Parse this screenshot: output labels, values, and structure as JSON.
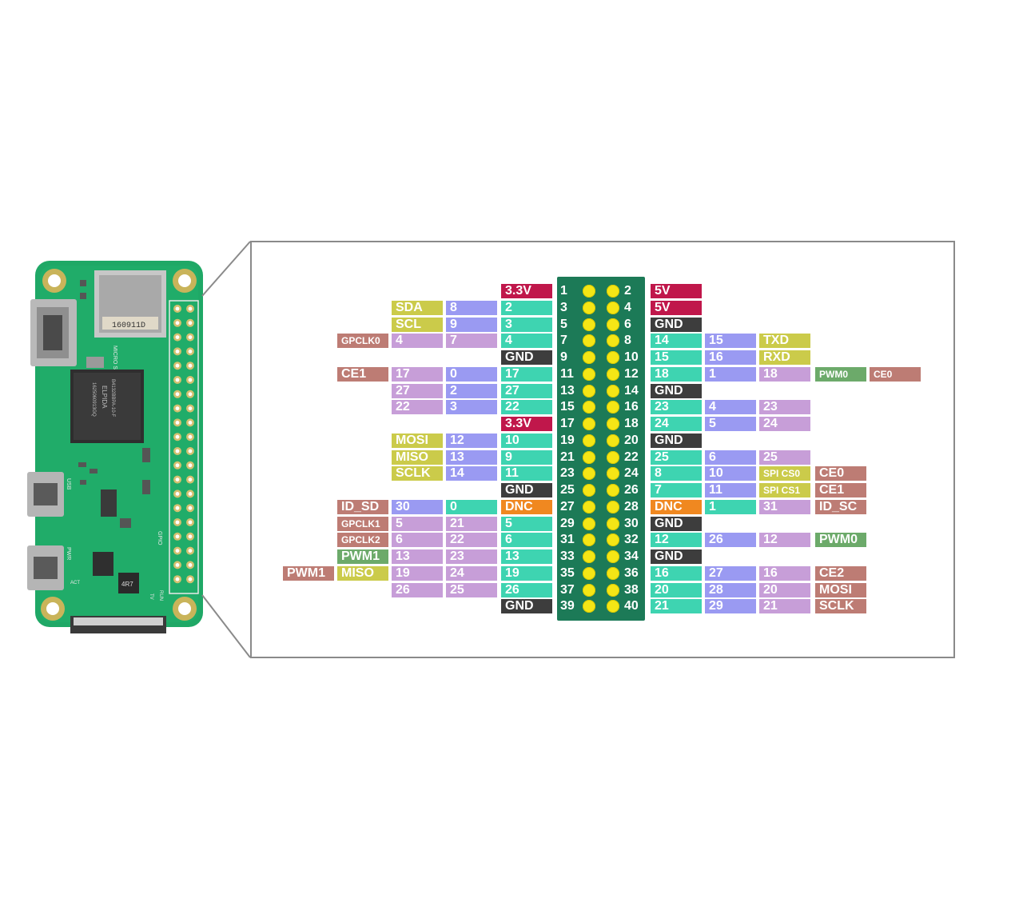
{
  "board": {
    "sd_slot_label": "MICRO SD CARD",
    "sd_card_mark": "160911D",
    "soc_marking": "ELPIDA",
    "soc_part": "B4132BBPA-10-F",
    "soc_code": "1625060913GQ",
    "usb_label": "USB",
    "pwr_label": "PWR",
    "gpio_label": "GPIO",
    "run_label": "RUN",
    "tv_label": "TV",
    "act_label": "ACT",
    "inductor_mark": "4R7"
  },
  "colors": {
    "power": "#c0174b",
    "gnd": "#3d3d3d",
    "dnc": "#f08820",
    "gpio": "#3ed4b1",
    "wiringpi": "#9a9af2",
    "bcm": "#c79ed8",
    "function": "#cbcb4a",
    "alt": "#bd7c74",
    "pwm": "#6caa6a",
    "header": "#1c7a57",
    "pin": "#f4e616"
  },
  "pins": [
    [
      "1",
      "2"
    ],
    [
      "3",
      "4"
    ],
    [
      "5",
      "6"
    ],
    [
      "7",
      "8"
    ],
    [
      "9",
      "10"
    ],
    [
      "11",
      "12"
    ],
    [
      "13",
      "14"
    ],
    [
      "15",
      "16"
    ],
    [
      "17",
      "18"
    ],
    [
      "19",
      "20"
    ],
    [
      "21",
      "22"
    ],
    [
      "23",
      "24"
    ],
    [
      "25",
      "26"
    ],
    [
      "27",
      "28"
    ],
    [
      "29",
      "30"
    ],
    [
      "31",
      "32"
    ],
    [
      "33",
      "34"
    ],
    [
      "35",
      "36"
    ],
    [
      "37",
      "38"
    ],
    [
      "39",
      "40"
    ]
  ],
  "left_labels": [
    [
      {
        "t": "3.3V",
        "c": "power"
      }
    ],
    [
      {
        "t": "SDA",
        "c": "func"
      },
      {
        "t": "8",
        "c": "wpi"
      },
      {
        "t": "2",
        "c": "gpio"
      }
    ],
    [
      {
        "t": "SCL",
        "c": "func"
      },
      {
        "t": "9",
        "c": "wpi"
      },
      {
        "t": "3",
        "c": "gpio"
      }
    ],
    [
      {
        "t": "GPCLK0",
        "c": "alt",
        "small": true
      },
      {
        "t": "4",
        "c": "bcm"
      },
      {
        "t": "7",
        "c": "bcm"
      },
      {
        "t": "4",
        "c": "gpio"
      }
    ],
    [
      {
        "t": "GND",
        "c": "gnd"
      }
    ],
    [
      {
        "t": "CE1",
        "c": "alt"
      },
      {
        "t": "17",
        "c": "bcm"
      },
      {
        "t": "0",
        "c": "wpi"
      },
      {
        "t": "17",
        "c": "gpio"
      }
    ],
    [
      {
        "t": "27",
        "c": "bcm"
      },
      {
        "t": "2",
        "c": "wpi"
      },
      {
        "t": "27",
        "c": "gpio"
      }
    ],
    [
      {
        "t": "22",
        "c": "bcm"
      },
      {
        "t": "3",
        "c": "wpi"
      },
      {
        "t": "22",
        "c": "gpio"
      }
    ],
    [
      {
        "t": "3.3V",
        "c": "power"
      }
    ],
    [
      {
        "t": "MOSI",
        "c": "func"
      },
      {
        "t": "12",
        "c": "wpi"
      },
      {
        "t": "10",
        "c": "gpio"
      }
    ],
    [
      {
        "t": "MISO",
        "c": "func"
      },
      {
        "t": "13",
        "c": "wpi"
      },
      {
        "t": "9",
        "c": "gpio"
      }
    ],
    [
      {
        "t": "SCLK",
        "c": "func"
      },
      {
        "t": "14",
        "c": "wpi"
      },
      {
        "t": "11",
        "c": "gpio"
      }
    ],
    [
      {
        "t": "GND",
        "c": "gnd"
      }
    ],
    [
      {
        "t": "ID_SD",
        "c": "alt"
      },
      {
        "t": "30",
        "c": "wpi"
      },
      {
        "t": "0",
        "c": "gpio"
      },
      {
        "t": "DNC",
        "c": "dnc"
      }
    ],
    [
      {
        "t": "GPCLK1",
        "c": "alt",
        "small": true
      },
      {
        "t": "5",
        "c": "bcm"
      },
      {
        "t": "21",
        "c": "bcm"
      },
      {
        "t": "5",
        "c": "gpio"
      }
    ],
    [
      {
        "t": "GPCLK2",
        "c": "alt",
        "small": true
      },
      {
        "t": "6",
        "c": "bcm"
      },
      {
        "t": "22",
        "c": "bcm"
      },
      {
        "t": "6",
        "c": "gpio"
      }
    ],
    [
      {
        "t": "PWM1",
        "c": "pwm"
      },
      {
        "t": "13",
        "c": "bcm"
      },
      {
        "t": "23",
        "c": "bcm"
      },
      {
        "t": "13",
        "c": "gpio"
      }
    ],
    [
      {
        "t": "PWM1",
        "c": "alt"
      },
      {
        "t": "MISO",
        "c": "func"
      },
      {
        "t": "19",
        "c": "bcm"
      },
      {
        "t": "24",
        "c": "bcm"
      },
      {
        "t": "19",
        "c": "gpio"
      }
    ],
    [
      {
        "t": "26",
        "c": "bcm"
      },
      {
        "t": "25",
        "c": "bcm"
      },
      {
        "t": "26",
        "c": "gpio"
      }
    ],
    [
      {
        "t": "GND",
        "c": "gnd"
      }
    ]
  ],
  "right_labels": [
    [
      {
        "t": "5V",
        "c": "power"
      }
    ],
    [
      {
        "t": "5V",
        "c": "power"
      }
    ],
    [
      {
        "t": "GND",
        "c": "gnd"
      }
    ],
    [
      {
        "t": "14",
        "c": "gpio"
      },
      {
        "t": "15",
        "c": "wpi"
      },
      {
        "t": "TXD",
        "c": "func"
      }
    ],
    [
      {
        "t": "15",
        "c": "gpio"
      },
      {
        "t": "16",
        "c": "wpi"
      },
      {
        "t": "RXD",
        "c": "func"
      }
    ],
    [
      {
        "t": "18",
        "c": "gpio"
      },
      {
        "t": "1",
        "c": "wpi"
      },
      {
        "t": "18",
        "c": "bcm"
      },
      {
        "t": "PWM0",
        "c": "pwm",
        "small": true
      },
      {
        "t": "CE0",
        "c": "alt",
        "small": true
      }
    ],
    [
      {
        "t": "GND",
        "c": "gnd"
      }
    ],
    [
      {
        "t": "23",
        "c": "gpio"
      },
      {
        "t": "4",
        "c": "wpi"
      },
      {
        "t": "23",
        "c": "bcm"
      }
    ],
    [
      {
        "t": "24",
        "c": "gpio"
      },
      {
        "t": "5",
        "c": "wpi"
      },
      {
        "t": "24",
        "c": "bcm"
      }
    ],
    [
      {
        "t": "GND",
        "c": "gnd"
      }
    ],
    [
      {
        "t": "25",
        "c": "gpio"
      },
      {
        "t": "6",
        "c": "wpi"
      },
      {
        "t": "25",
        "c": "bcm"
      }
    ],
    [
      {
        "t": "8",
        "c": "gpio"
      },
      {
        "t": "10",
        "c": "wpi"
      },
      {
        "t": "SPI CS0",
        "c": "func",
        "small": true
      },
      {
        "t": "CE0",
        "c": "alt"
      }
    ],
    [
      {
        "t": "7",
        "c": "gpio"
      },
      {
        "t": "11",
        "c": "wpi"
      },
      {
        "t": "SPI CS1",
        "c": "func",
        "small": true
      },
      {
        "t": "CE1",
        "c": "alt"
      }
    ],
    [
      {
        "t": "DNC",
        "c": "dnc"
      },
      {
        "t": "1",
        "c": "gpio"
      },
      {
        "t": "31",
        "c": "bcm"
      },
      {
        "t": "ID_SC",
        "c": "alt"
      }
    ],
    [
      {
        "t": "GND",
        "c": "gnd"
      }
    ],
    [
      {
        "t": "12",
        "c": "gpio"
      },
      {
        "t": "26",
        "c": "wpi"
      },
      {
        "t": "12",
        "c": "bcm"
      },
      {
        "t": "PWM0",
        "c": "pwm"
      }
    ],
    [
      {
        "t": "GND",
        "c": "gnd"
      }
    ],
    [
      {
        "t": "16",
        "c": "gpio"
      },
      {
        "t": "27",
        "c": "wpi"
      },
      {
        "t": "16",
        "c": "bcm"
      },
      {
        "t": "CE2",
        "c": "alt"
      }
    ],
    [
      {
        "t": "20",
        "c": "gpio"
      },
      {
        "t": "28",
        "c": "wpi"
      },
      {
        "t": "20",
        "c": "bcm"
      },
      {
        "t": "MOSI",
        "c": "alt"
      }
    ],
    [
      {
        "t": "21",
        "c": "gpio"
      },
      {
        "t": "29",
        "c": "wpi"
      },
      {
        "t": "21",
        "c": "bcm"
      },
      {
        "t": "SCLK",
        "c": "alt"
      }
    ]
  ]
}
